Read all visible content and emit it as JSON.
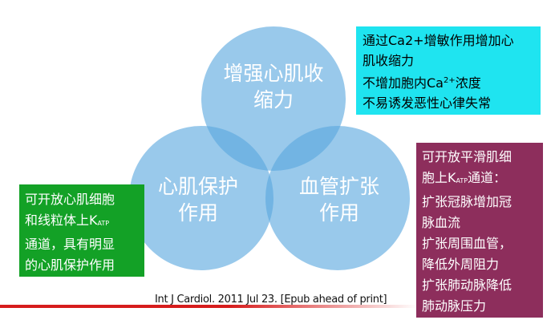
{
  "colors": {
    "circle_fill": "#5ba8de",
    "cyan_box": "#1fe4f0",
    "green_box": "#13a126",
    "maroon_box": "#8d2e5c",
    "red_line": "#d61c1c"
  },
  "circles": {
    "top": [
      "增强心肌收",
      "缩力"
    ],
    "left": [
      "心肌保护",
      "作用"
    ],
    "right": [
      "血管扩张",
      "作用"
    ]
  },
  "cyan_box": {
    "line1": "通过Ca2+增敏作用增加心",
    "line2": "肌收缩力",
    "line3_pre": "不增加胞内Ca",
    "line3_sup": "2+",
    "line3_post": "浓度",
    "line4": "不易诱发恶性心律失常"
  },
  "green_box": {
    "line1": "可开放心肌细胞",
    "line2_pre": "和线粒体上K",
    "line2_sub": "ATP",
    "line3": "通道，具有明显",
    "line4": "的心肌保护作用"
  },
  "maroon_box": {
    "line1": "可开放平滑肌细",
    "line2_pre": "胞上K",
    "line2_sub": "ATP",
    "line2_post": "通道：",
    "line3": "扩张冠脉增加冠",
    "line4": "脉血流",
    "line5": "扩张周围血管，",
    "line6": "降低外周阻力",
    "line7": "扩张肺动脉降低",
    "line8": "肺动脉压力"
  },
  "citation": "Int J Cardiol. 2011 Jul 23. [Epub ahead of print]"
}
